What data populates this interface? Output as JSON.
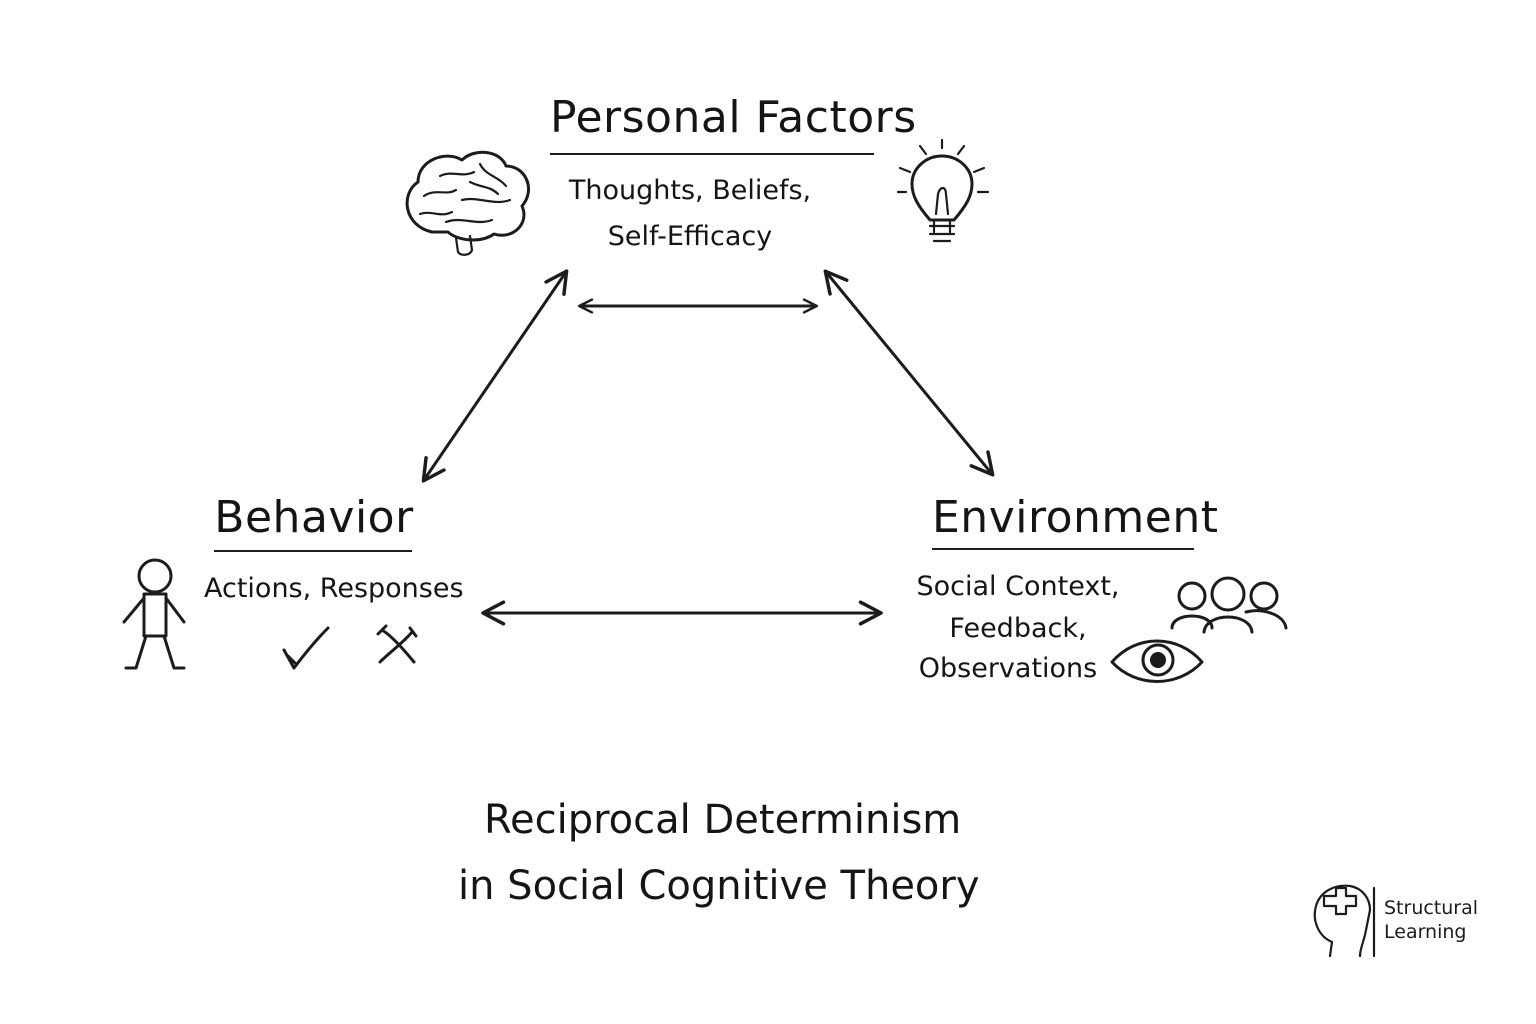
{
  "personal": {
    "heading": "Personal Factors",
    "line1": "Thoughts, Beliefs,",
    "line2": "Self-Efficacy"
  },
  "behavior": {
    "heading": "Behavior",
    "line1": "Actions, Responses"
  },
  "environment": {
    "heading": "Environment",
    "line1": "Social Context,",
    "line2": "Feedback,",
    "line3": "Observations"
  },
  "title": {
    "line1": "Reciprocal Determinism",
    "line2": "in Social Cognitive Theory"
  },
  "brand": {
    "line1": "Structural",
    "line2": "Learning"
  },
  "icons": {
    "brain": "brain-icon",
    "lightbulb": "lightbulb-icon",
    "person": "stick-figure-icon",
    "check": "check-icon",
    "cross": "cross-icon",
    "group": "group-icon",
    "eye": "eye-icon",
    "logo": "head-puzzle-icon"
  },
  "colors": {
    "ink": "#1c1c1c",
    "background": "#ffffff"
  }
}
